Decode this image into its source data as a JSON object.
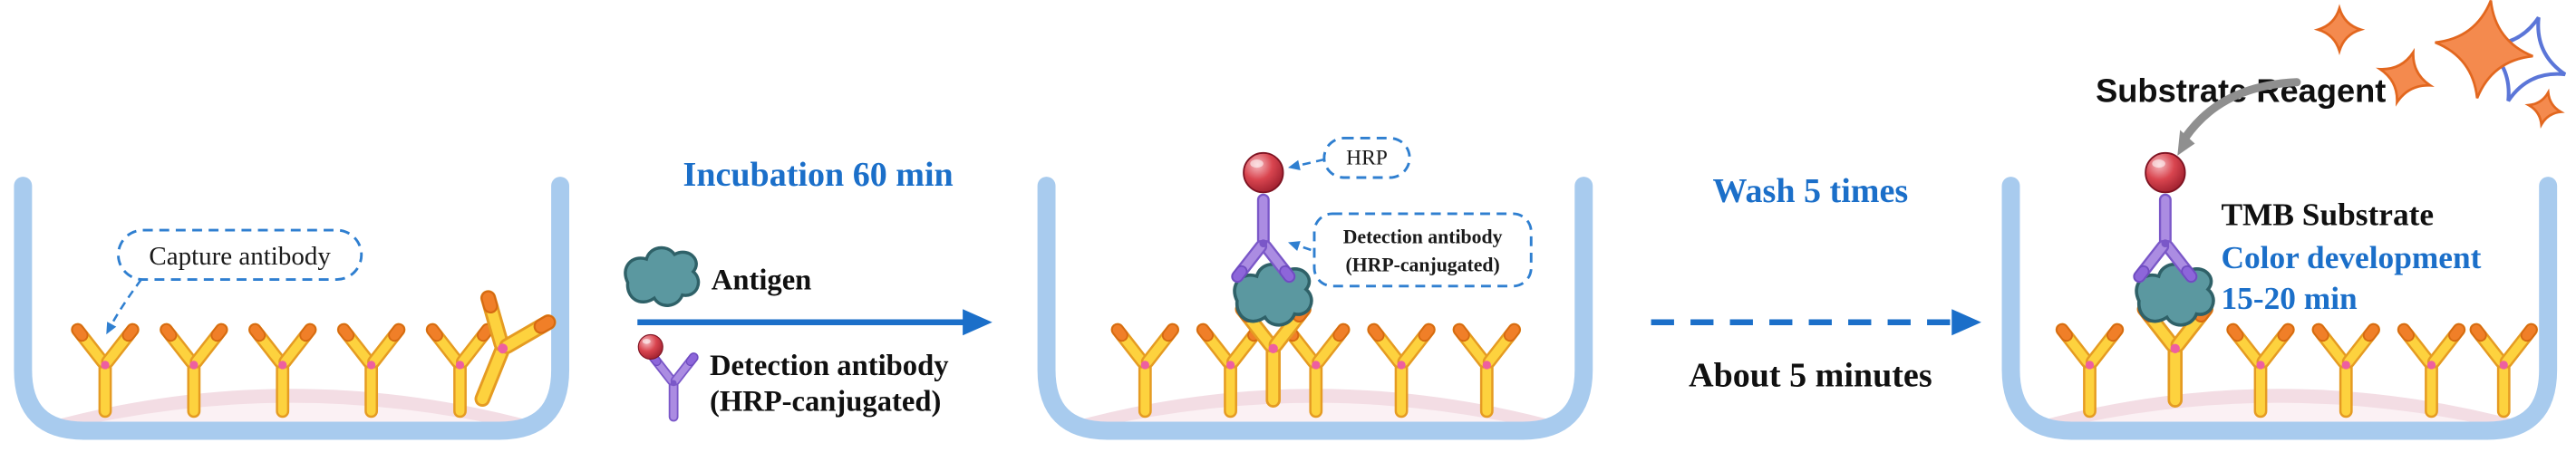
{
  "figure": {
    "step1": {
      "capture_label": "Capture antibody"
    },
    "incubation": {
      "title": "Incubation 60 min",
      "antigen_label": "Antigen",
      "detection_line1": "Detection antibody",
      "detection_line2": "(HRP-canjugated)"
    },
    "step2": {
      "hrp_label": "HRP",
      "box_line1": "Detection  antibody",
      "box_line2": "(HRP-canjugated)"
    },
    "wash": {
      "title": "Wash 5 times",
      "subtitle": "About 5 minutes"
    },
    "step3": {
      "substrate_label": "Substrate Reagent",
      "result_line1": "TMB Substrate",
      "result_line2": "Color development",
      "result_line3": "15-20 min"
    },
    "colors": {
      "accent_blue": "#1b6fc9",
      "dashed_annotation_blue": "#2f7fd0",
      "well_wall_blue": "#a8cbee",
      "well_liquid_pink": "#f3dde4",
      "antibody_yellow": "#fdd23e",
      "antibody_tip_orange": "#f07f28",
      "antigen_teal": "#5b98a0",
      "detection_purple": "#ab8ce2",
      "hrp_red": "#c9303c",
      "star_orange": "#f48a4e",
      "arrow_gray": "#8f8f8f"
    }
  }
}
